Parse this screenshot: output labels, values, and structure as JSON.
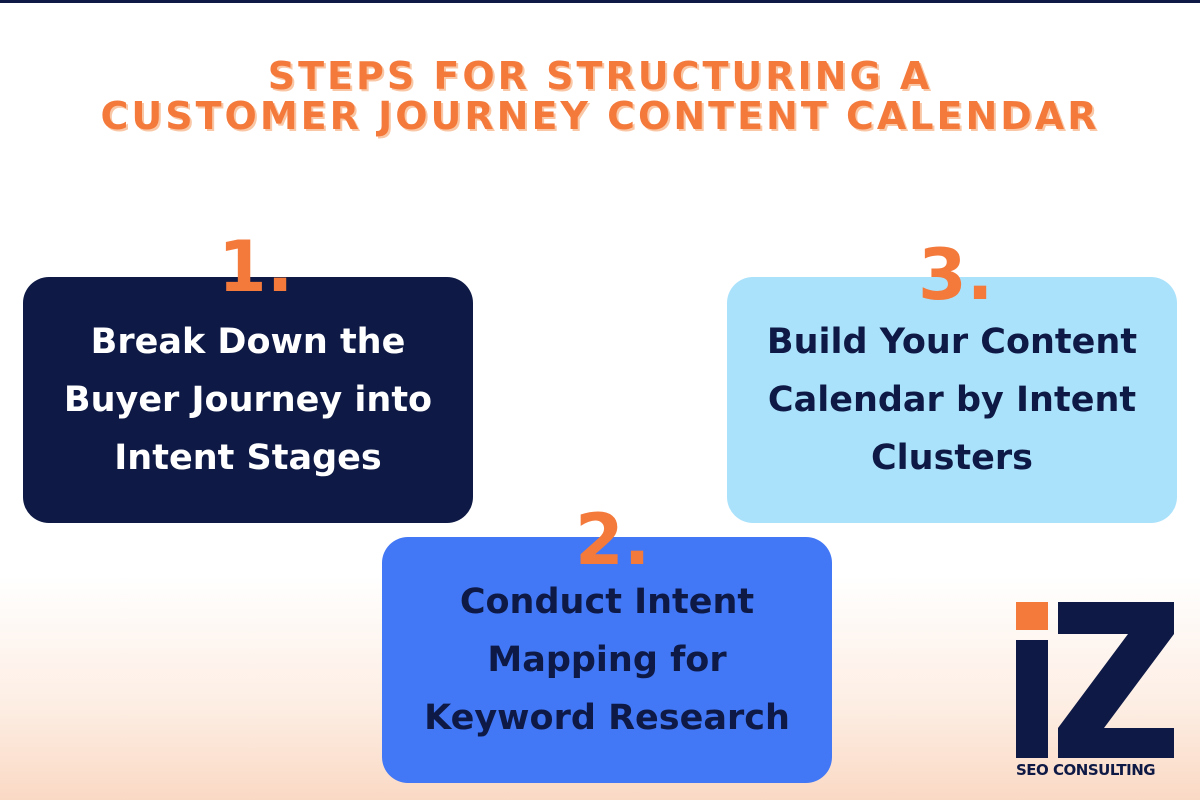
{
  "title": {
    "line1": "STEPS FOR STRUCTURING A",
    "line2": "CUSTOMER JOURNEY CONTENT CALENDAR"
  },
  "steps": [
    {
      "number": "1.",
      "text": "Break Down the Buyer Journey into Intent Stages"
    },
    {
      "number": "2.",
      "text": "Conduct Intent Mapping for Keyword Research"
    },
    {
      "number": "3.",
      "text": "Build Your Content Calendar by Intent Clusters"
    }
  ],
  "logo": {
    "mark": "iZ",
    "tagline": "SEO CONSULTING"
  },
  "colors": {
    "navy": "#0e1a45",
    "orange": "#f47a3c",
    "blue": "#4277f5",
    "light_blue": "#abe2fb"
  }
}
